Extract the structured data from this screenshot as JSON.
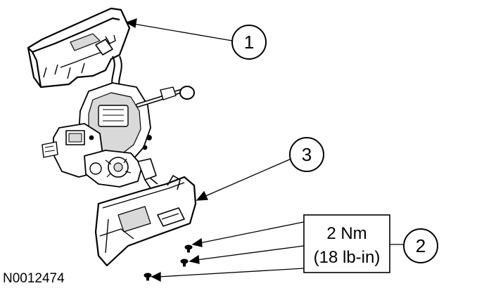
{
  "callouts": [
    {
      "id": "1",
      "label": "1"
    },
    {
      "id": "2",
      "label": "2"
    },
    {
      "id": "3",
      "label": "3"
    }
  ],
  "torque_box": {
    "line1": "2 Nm",
    "line2": "(18 lb-in)"
  },
  "figure_id": "N0012474",
  "colors": {
    "ink": "#000000",
    "paper": "#ffffff",
    "shade": "#d9d9d9"
  }
}
